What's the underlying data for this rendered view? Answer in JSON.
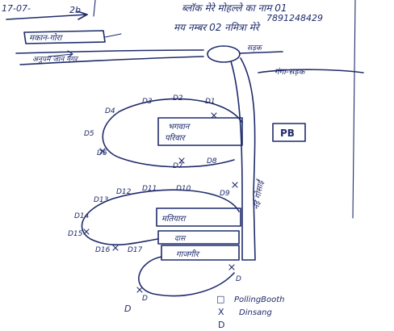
{
  "header": {
    "top_left_date": "17-07-",
    "top_left_mark": "2b",
    "line1": "ब्लॉक मेरे मोहल्ले का नाम 01",
    "line2": "मय नम्बर 02 नमित्रा मेरे",
    "phone": "7891248429"
  },
  "roads": {
    "top_left_label": "मकान-गोरा",
    "mid_left_label": "अनुपम जान नगर",
    "junction_right_label": "सड़क",
    "right_label": "गंगा-सड़क",
    "vertical_road_label": "नई गोसाईं"
  },
  "blocks": [
    {
      "label_line1": "भगवान",
      "label_line2": "परिवार"
    },
    {
      "label_line1": "मतियारा",
      "label_line2": ""
    },
    {
      "label_line1": "दास",
      "label_line2": ""
    },
    {
      "label_line1": "गाजगीर",
      "label_line2": ""
    }
  ],
  "box_pb": "PB",
  "markers_upper": [
    "D1",
    "D2",
    "D3",
    "D4",
    "D5",
    "D6",
    "D7",
    "D8"
  ],
  "markers_lower": [
    "D9",
    "D10",
    "D11",
    "D12",
    "D13",
    "D14",
    "D15",
    "D16",
    "D17"
  ],
  "markers_bottom": [
    "D",
    "D",
    "D"
  ],
  "legend": {
    "box_symbol": "□",
    "box_text": "PollingBooth",
    "cross_symbol": "X",
    "cross_text": "Dinsang",
    "d_symbol": "D",
    "d_text": ""
  }
}
